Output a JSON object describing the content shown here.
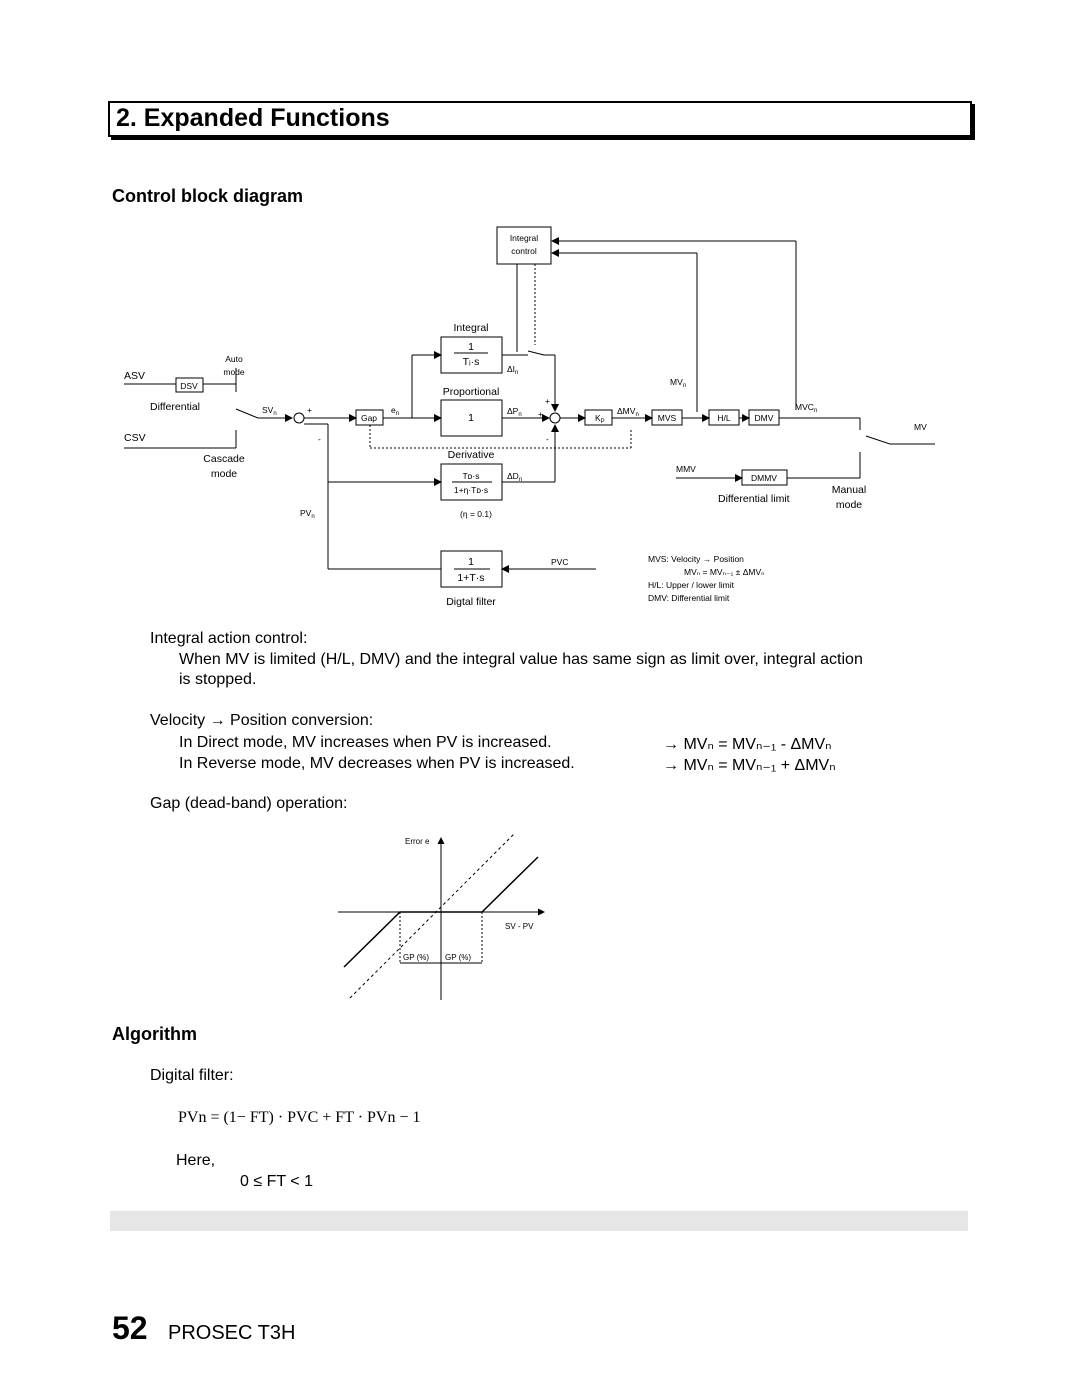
{
  "section": {
    "title": "2. Expanded Functions"
  },
  "headings": {
    "control_block": "Control block diagram",
    "algorithm": "Algorithm"
  },
  "diagram": {
    "integral_control_1": "Integral",
    "integral_control_2": "control",
    "integral": "Integral",
    "integral_num": "1",
    "integral_den": "Tᵢ·s",
    "delta_in": "ΔI",
    "asv": "ASV",
    "auto_1": "Auto",
    "auto_2": "mode",
    "dsv": "DSV",
    "differential": "Differential",
    "svn": "SV",
    "plus": "+",
    "minus": "-",
    "gap": "Gap",
    "en": "e",
    "proportional": "Proportional",
    "prop_val": "1",
    "delta_pn": "ΔP",
    "kp": "K",
    "delta_mvn": "ΔMV",
    "mvs": "MVS",
    "hl": "H/L",
    "dmv": "DMV",
    "mvcn": "MVC",
    "mvn": "MV",
    "mv": "MV",
    "csv": "CSV",
    "cascade_1": "Cascade",
    "cascade_2": "mode",
    "derivative": "Derivative",
    "deriv_num": "Tᴅ·s",
    "deriv_den": "1+η·Tᴅ·s",
    "delta_dn": "ΔD",
    "eta": "(η = 0.1)",
    "mmv": "MMV",
    "dmmv": "DMMV",
    "diff_limit": "Differential limit",
    "manual_1": "Manual",
    "manual_2": "mode",
    "pvn": "PV",
    "filter_num": "1",
    "filter_den": "1+T·s",
    "pvc": "PVC",
    "filter_label": "Digtal filter",
    "legend_mvs": "MVS:  Velocity → Position",
    "legend_mvs2": "MVₙ = MVₙ₋₁ ± ΔMVₙ",
    "legend_hl": "H/L:   Upper / lower limit",
    "legend_dmv": "DMV:  Differential limit",
    "n_sub": "n"
  },
  "text": {
    "integral_action_title": "Integral action control:",
    "integral_action_body_1": "When MV is limited (H/L, DMV) and the integral value has same sign as limit over, integral action",
    "integral_action_body_2": "is stopped.",
    "velocity_title": "Velocity → Position conversion:",
    "direct_mode": "In Direct mode, MV increases when PV is increased.",
    "direct_formula": "→  MVₙ = MVₙ₋₁ - ΔMVₙ",
    "reverse_mode": "In Reverse mode, MV decreases when PV is increased.",
    "reverse_formula": "→  MVₙ = MVₙ₋₁ + ΔMVₙ",
    "gap_title": "Gap (dead-band) operation:",
    "digital_filter": "Digital filter:",
    "pv_formula": "PVn = (1− FT) · PVC + FT · PVn − 1",
    "here": "Here,",
    "ft_range": "0 ≤ FT < 1"
  },
  "gap_graph": {
    "y_label": "Error e",
    "x_label": "SV - PV",
    "gp_left": "GP (%)",
    "gp_right": "GP (%)"
  },
  "footer": {
    "page_number": "52",
    "doc_name": "PROSEC T3H"
  }
}
